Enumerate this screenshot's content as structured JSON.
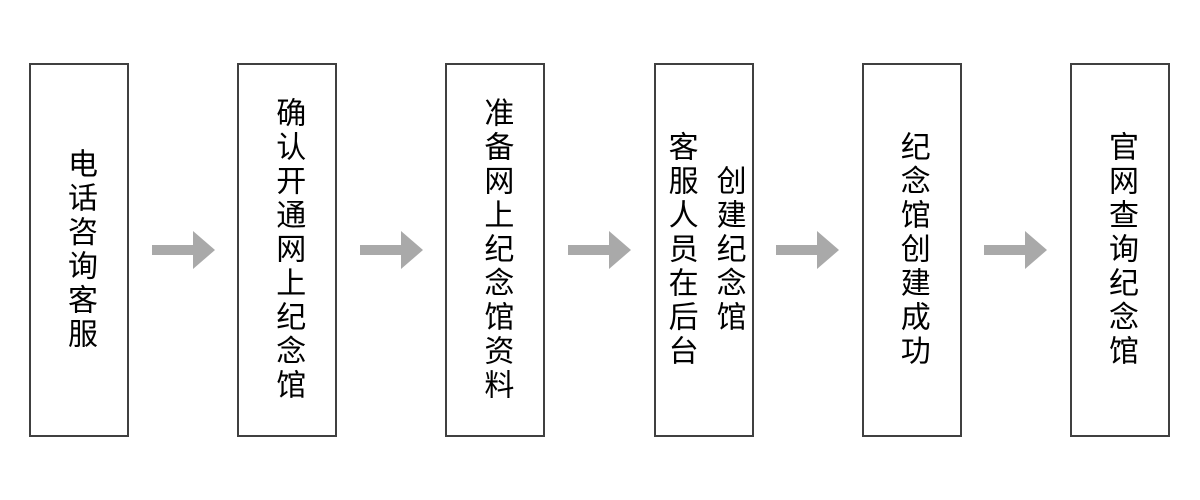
{
  "diagram": {
    "type": "flowchart",
    "direction": "left-to-right",
    "connector": "right-arrow",
    "colors": {
      "background": "#ffffff",
      "box_border": "#404040",
      "box_fill": "#ffffff",
      "arrow": "#a9a9a9",
      "text": "#000000"
    },
    "steps": [
      {
        "columns": [
          "电话咨询客服"
        ]
      },
      {
        "columns": [
          "确认开通网上纪念馆"
        ]
      },
      {
        "columns": [
          "准备网上纪念馆资料"
        ]
      },
      {
        "columns": [
          "客服人员在后台",
          "创建纪念馆"
        ]
      },
      {
        "columns": [
          "纪念馆创建成功"
        ]
      },
      {
        "columns": [
          "官网查询纪念馆"
        ]
      }
    ]
  }
}
